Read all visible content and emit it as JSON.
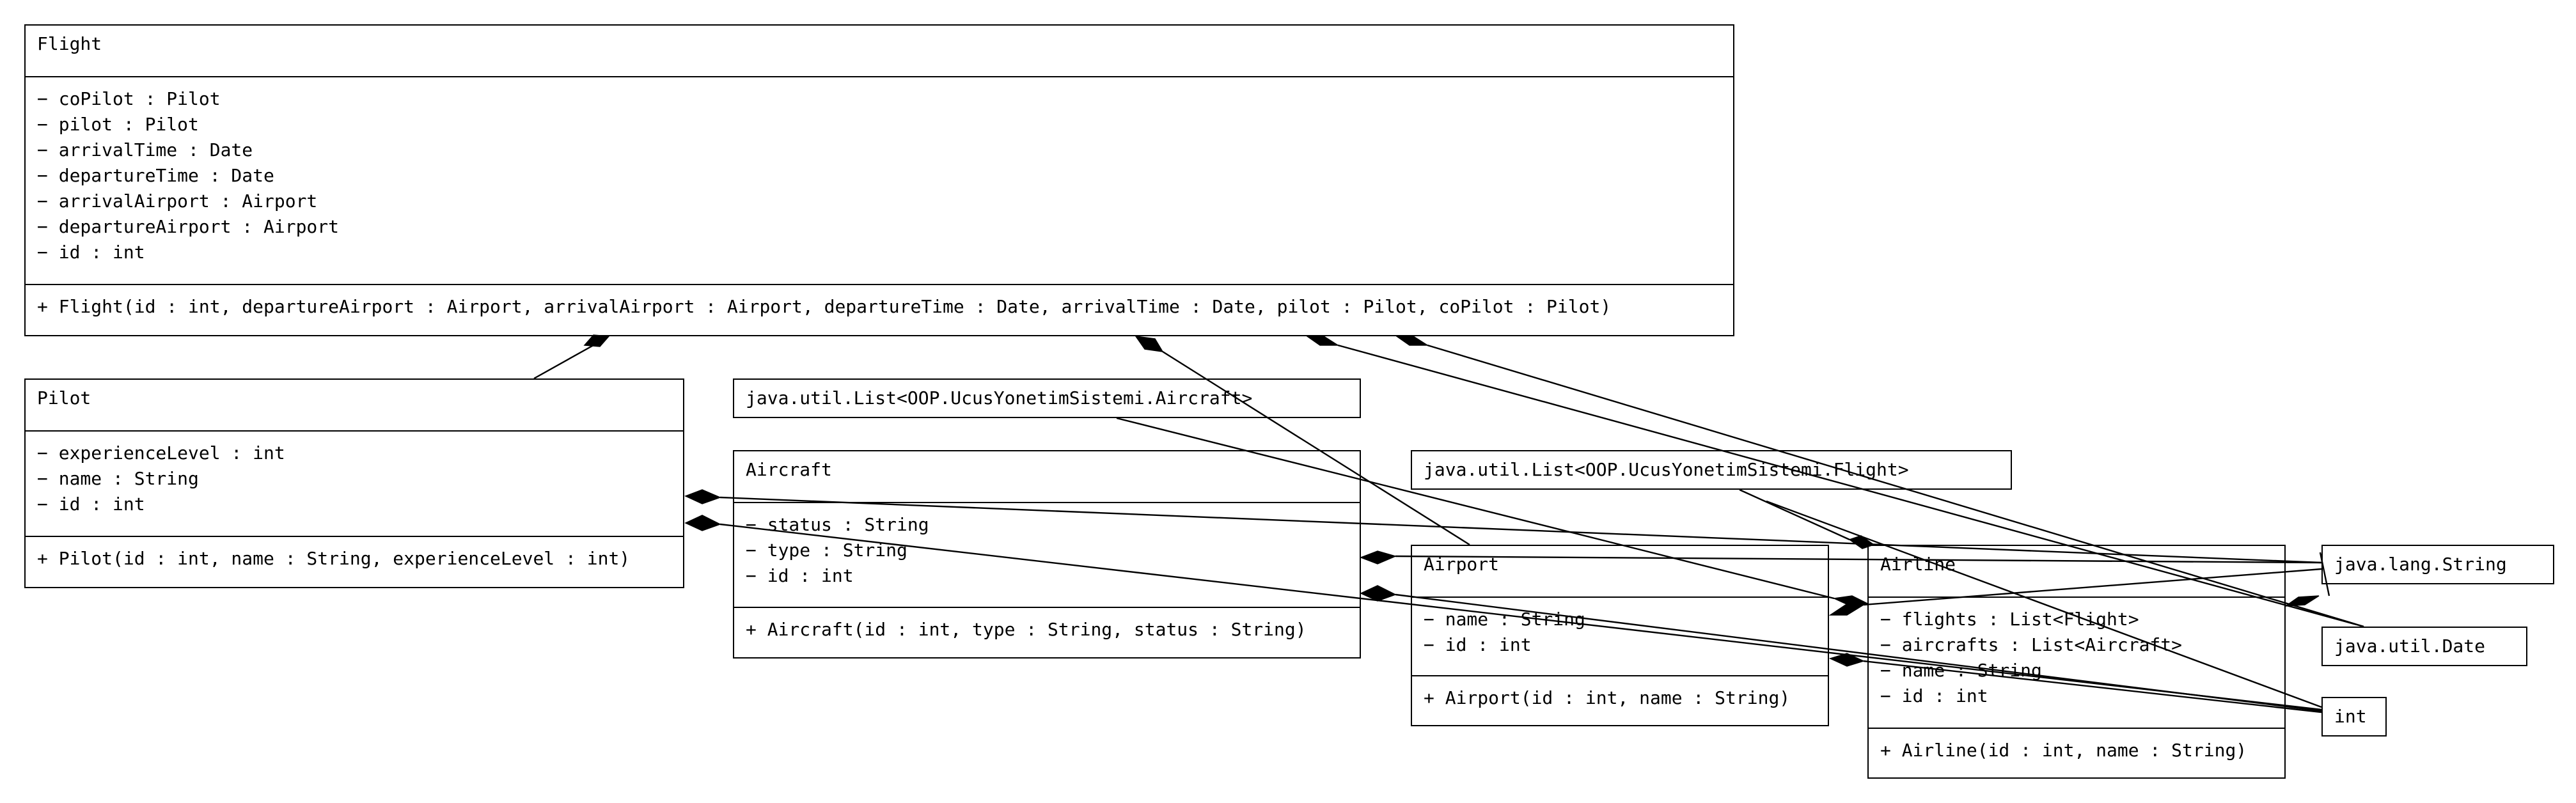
{
  "classes": {
    "flight": {
      "name": "Flight",
      "attributes": [
        "− coPilot : Pilot",
        "− pilot : Pilot",
        "− arrivalTime : Date",
        "− departureTime : Date",
        "− arrivalAirport : Airport",
        "− departureAirport : Airport",
        "− id : int"
      ],
      "operations": [
        "+ Flight(id : int, departureAirport : Airport, arrivalAirport : Airport, departureTime : Date, arrivalTime : Date, pilot : Pilot, coPilot : Pilot)"
      ]
    },
    "pilot": {
      "name": "Pilot",
      "attributes": [
        "− experienceLevel : int",
        "− name : String",
        "− id : int"
      ],
      "operations": [
        "+ Pilot(id : int, name : String, experienceLevel : int)"
      ]
    },
    "aircraft": {
      "name": "Aircraft",
      "attributes": [
        "− status : String",
        "− type : String",
        "− id : int"
      ],
      "operations": [
        "+ Aircraft(id : int, type : String, status : String)"
      ]
    },
    "airport": {
      "name": "Airport",
      "attributes": [
        "− name : String",
        "− id : int"
      ],
      "operations": [
        "+ Airport(id : int, name : String)"
      ]
    },
    "airline": {
      "name": "Airline",
      "attributes": [
        "− flights : List<Flight>",
        "− aircrafts : List<Aircraft>",
        "− name : String",
        "− id : int"
      ],
      "operations": [
        "+ Airline(id : int, name : String)"
      ]
    }
  },
  "types": {
    "list_aircraft": "java.util.List<OOP.UcusYonetimSistemi.Aircraft>",
    "list_flight": "java.util.List<OOP.UcusYonetimSistemi.Flight>",
    "string": "java.lang.String",
    "date": "java.util.Date",
    "int": "int"
  }
}
